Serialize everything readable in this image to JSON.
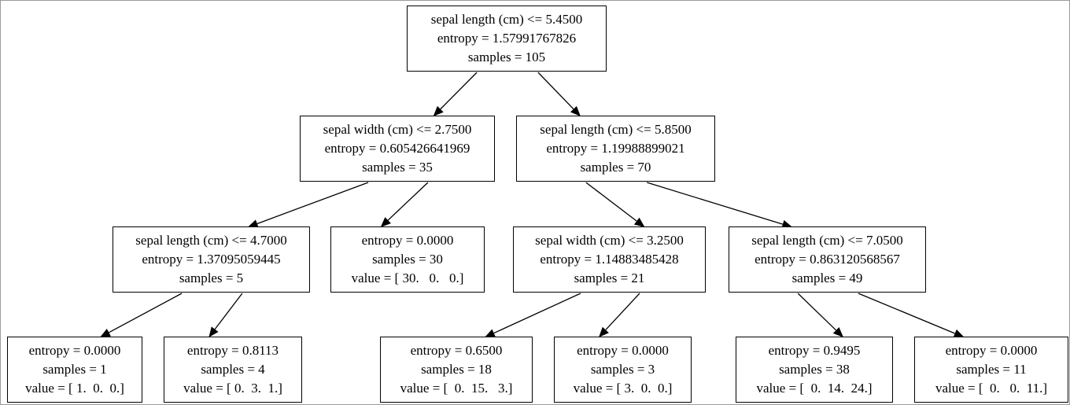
{
  "tree": {
    "n0": {
      "split": "sepal length (cm) <= 5.4500",
      "entropy": "entropy = 1.57991767826",
      "samples": "samples = 105"
    },
    "n1": {
      "split": "sepal width (cm) <= 2.7500",
      "entropy": "entropy = 0.605426641969",
      "samples": "samples = 35"
    },
    "n2": {
      "split": "sepal length (cm) <= 5.8500",
      "entropy": "entropy = 1.19988899021",
      "samples": "samples = 70"
    },
    "n3": {
      "split": "sepal length (cm) <= 4.7000",
      "entropy": "entropy = 1.37095059445",
      "samples": "samples = 5"
    },
    "n4": {
      "entropy": "entropy = 0.0000",
      "samples": "samples = 30",
      "value": "value = [ 30.   0.   0.]"
    },
    "n5": {
      "split": "sepal width (cm) <= 3.2500",
      "entropy": "entropy = 1.14883485428",
      "samples": "samples = 21"
    },
    "n6": {
      "split": "sepal length (cm) <= 7.0500",
      "entropy": "entropy = 0.863120568567",
      "samples": "samples = 49"
    },
    "n7": {
      "entropy": "entropy = 0.0000",
      "samples": "samples = 1",
      "value": "value = [ 1.  0.  0.]"
    },
    "n8": {
      "entropy": "entropy = 0.8113",
      "samples": "samples = 4",
      "value": "value = [ 0.  3.  1.]"
    },
    "n9": {
      "entropy": "entropy = 0.6500",
      "samples": "samples = 18",
      "value": "value = [  0.  15.   3.]"
    },
    "n10": {
      "entropy": "entropy = 0.0000",
      "samples": "samples = 3",
      "value": "value = [ 3.  0.  0.]"
    },
    "n11": {
      "entropy": "entropy = 0.9495",
      "samples": "samples = 38",
      "value": "value = [  0.  14.  24.]"
    },
    "n12": {
      "entropy": "entropy = 0.0000",
      "samples": "samples = 11",
      "value": "value = [  0.   0.  11.]"
    }
  },
  "edges": [
    [
      "n0",
      "n1"
    ],
    [
      "n0",
      "n2"
    ],
    [
      "n1",
      "n3"
    ],
    [
      "n1",
      "n4"
    ],
    [
      "n2",
      "n5"
    ],
    [
      "n2",
      "n6"
    ],
    [
      "n3",
      "n7"
    ],
    [
      "n3",
      "n8"
    ],
    [
      "n5",
      "n9"
    ],
    [
      "n5",
      "n10"
    ],
    [
      "n6",
      "n11"
    ],
    [
      "n6",
      "n12"
    ]
  ],
  "colors": {
    "stroke": "#000000",
    "background": "#ffffff",
    "frame": "#9a9a9a"
  }
}
